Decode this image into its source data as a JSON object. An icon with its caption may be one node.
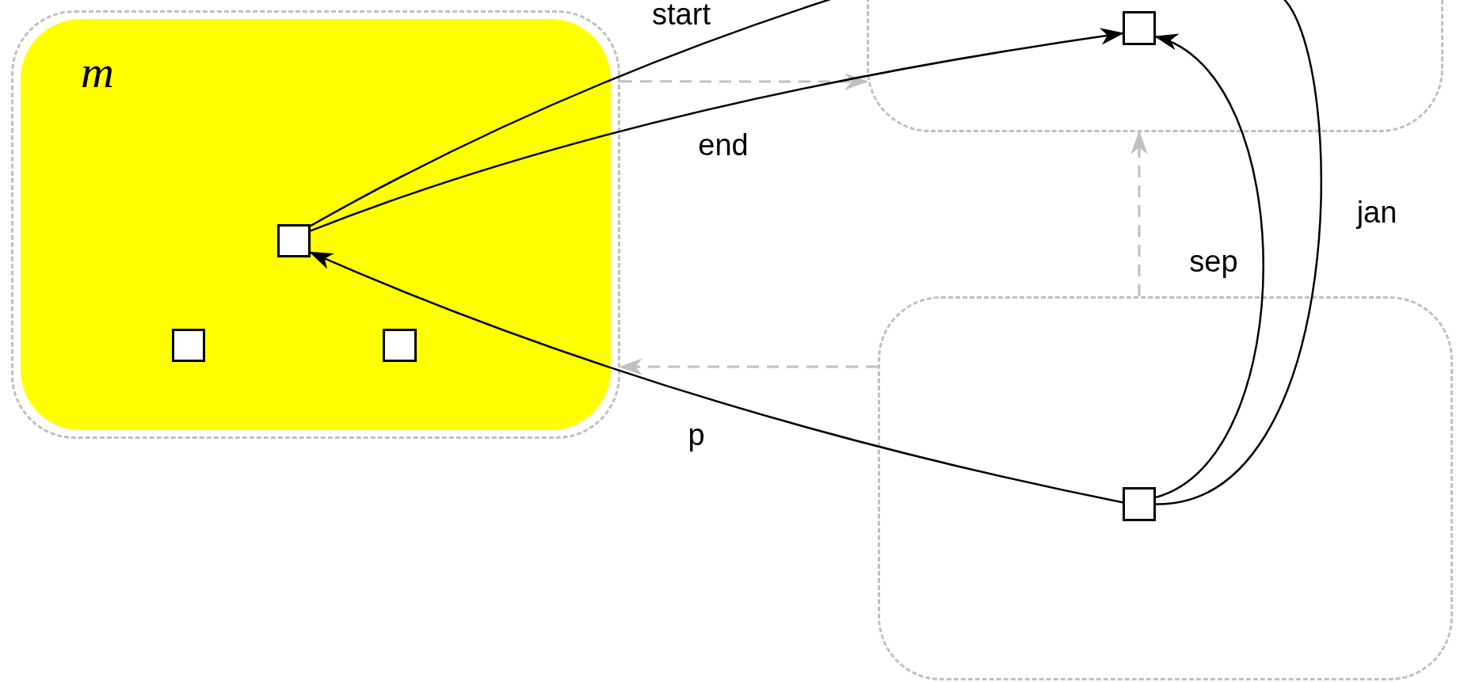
{
  "diagram": {
    "nodes": [
      {
        "text": [],
        "shape": "box"
      },
      {
        "text": [
          "m"
        ],
        "in": 0
      },
      {
        "text": [],
        "shape": "box",
        "in": 1
      },
      {
        "text": [],
        "shape": "box",
        "in": 1
      },
      {
        "text": [],
        "shape": "box",
        "in": 1
      },
      {
        "text": [],
        "shape": "box"
      },
      {
        "text": [],
        "shape": "box",
        "in": 5
      },
      {
        "text": [],
        "shape": "box"
      },
      {
        "text": [],
        "shape": "box",
        "in": 7
      }
    ],
    "edges": [
      {
        "from": 0,
        "to": 5,
        "arrow": "to",
        "style": "dashed",
        "color": "#c0c0c0"
      },
      {
        "from": 7,
        "to": 0,
        "arrow": "to",
        "style": "dashed",
        "color": "#c0c0c0"
      },
      {
        "from": 7,
        "to": 5,
        "arrow": "to",
        "style": "dashed",
        "color": "#c0c0c0"
      },
      {
        "from": 2,
        "to": 6,
        "label": "end",
        "arrow": "to"
      },
      {
        "from": 2,
        "to": null,
        "label": "start",
        "arrow": "none"
      },
      {
        "from": 8,
        "to": 6,
        "label": "sep",
        "arrow": "to"
      },
      {
        "from": 8,
        "to": 2,
        "label": "p",
        "arrow": "to"
      },
      {
        "from": 8,
        "to": null,
        "label": "jan",
        "arrow": "none"
      }
    ]
  }
}
